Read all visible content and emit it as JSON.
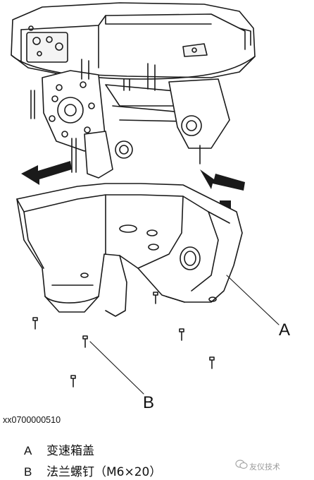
{
  "figure": {
    "code": "xx0700000510",
    "callouts": {
      "a": "A",
      "b": "B"
    }
  },
  "legend": [
    {
      "letter": "A",
      "text": "变速箱盖"
    },
    {
      "letter": "B",
      "text": "法兰螺钉（M6×20）"
    }
  ],
  "watermark": {
    "brand": "友仪技术",
    "icon": "wechat-icon"
  }
}
